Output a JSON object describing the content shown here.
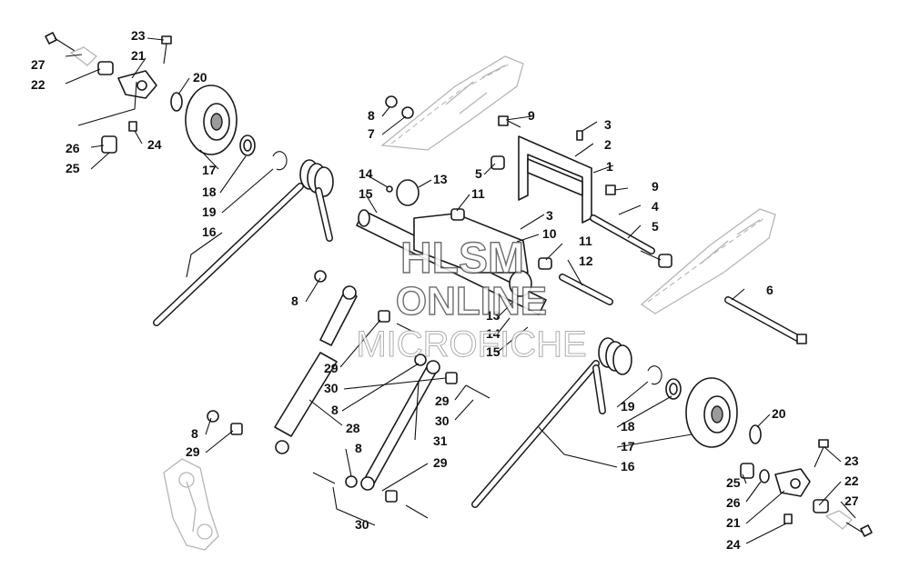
{
  "callouts": [
    "1",
    "2",
    "3",
    "3",
    "4",
    "5",
    "5",
    "6",
    "7",
    "8",
    "8",
    "8",
    "8",
    "8",
    "9",
    "9",
    "10",
    "11",
    "11",
    "12",
    "13",
    "13",
    "14",
    "14",
    "15",
    "15",
    "16",
    "16",
    "17",
    "17",
    "18",
    "18",
    "19",
    "19",
    "20",
    "20",
    "21",
    "21",
    "22",
    "22",
    "23",
    "23",
    "24",
    "24",
    "25",
    "25",
    "26",
    "26",
    "27",
    "27",
    "28",
    "29",
    "29",
    "29",
    "29",
    "30",
    "30",
    "30",
    "31"
  ],
  "watermark": {
    "line1": "HLSM",
    "line2": "ONLINE",
    "line3": "MICROFICHE"
  }
}
